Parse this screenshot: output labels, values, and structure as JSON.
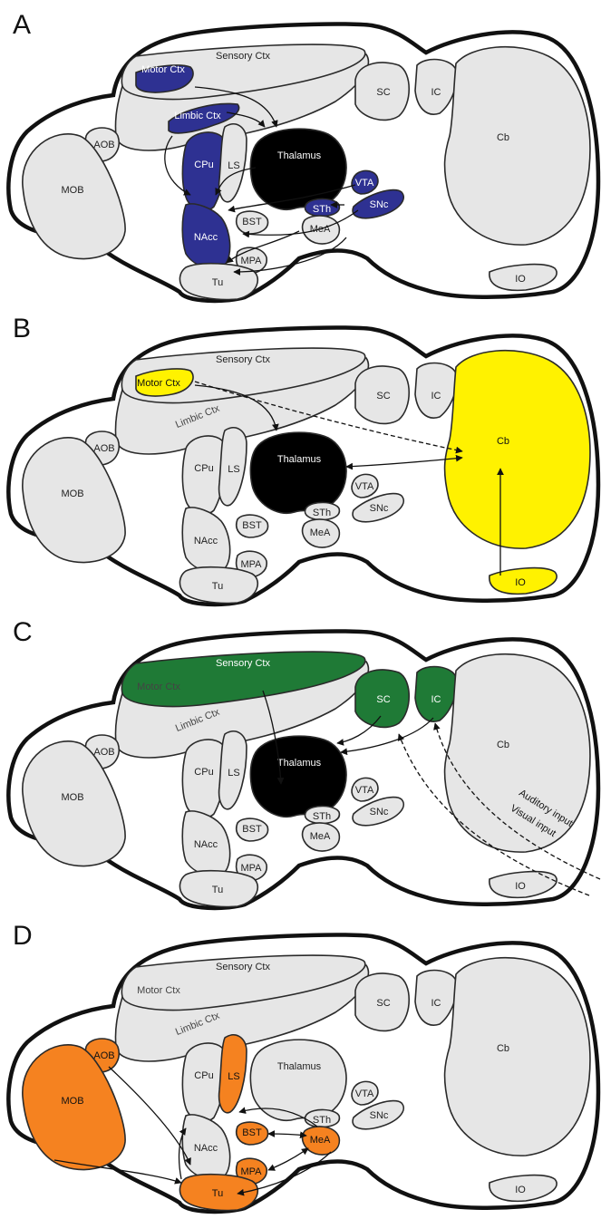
{
  "colors": {
    "grey": "#e6e6e6",
    "reward": "#2e3192",
    "motor": "#fff200",
    "sensory": "#1f7a36",
    "olfactory": "#f58220",
    "thalamus": "#000000"
  },
  "panels": [
    {
      "letter": "A",
      "highlight_color": "#2e3192",
      "highlighted": [
        "motor_ctx",
        "limbic_ctx",
        "cpu",
        "nacc",
        "vta",
        "sth",
        "snc"
      ],
      "black": [
        "thalamus"
      ]
    },
    {
      "letter": "B",
      "highlight_color": "#fff200",
      "highlighted": [
        "motor_ctx",
        "cb",
        "io"
      ],
      "black": [
        "thalamus"
      ]
    },
    {
      "letter": "C",
      "highlight_color": "#1f7a36",
      "highlighted": [
        "sensory_ctx",
        "sc",
        "ic"
      ],
      "black": [
        "thalamus"
      ],
      "inputs": [
        "Auditory input",
        "Visual input"
      ]
    },
    {
      "letter": "D",
      "highlight_color": "#f58220",
      "highlighted": [
        "mob",
        "aob",
        "ls",
        "bst",
        "mpa",
        "mea",
        "tu"
      ],
      "black": []
    }
  ],
  "labels": {
    "sensory_ctx": "Sensory Ctx",
    "motor_ctx": "Motor Ctx",
    "limbic_ctx": "Limbic Ctx",
    "sc": "SC",
    "ic": "IC",
    "cb": "Cb",
    "aob": "AOB",
    "mob": "MOB",
    "cpu": "CPu",
    "ls": "LS",
    "thalamus": "Thalamus",
    "vta": "VTA",
    "sth": "STh",
    "snc": "SNc",
    "bst": "BST",
    "mea": "MeA",
    "nacc": "NAcc",
    "mpa": "MPA",
    "tu": "Tu",
    "io": "IO"
  }
}
